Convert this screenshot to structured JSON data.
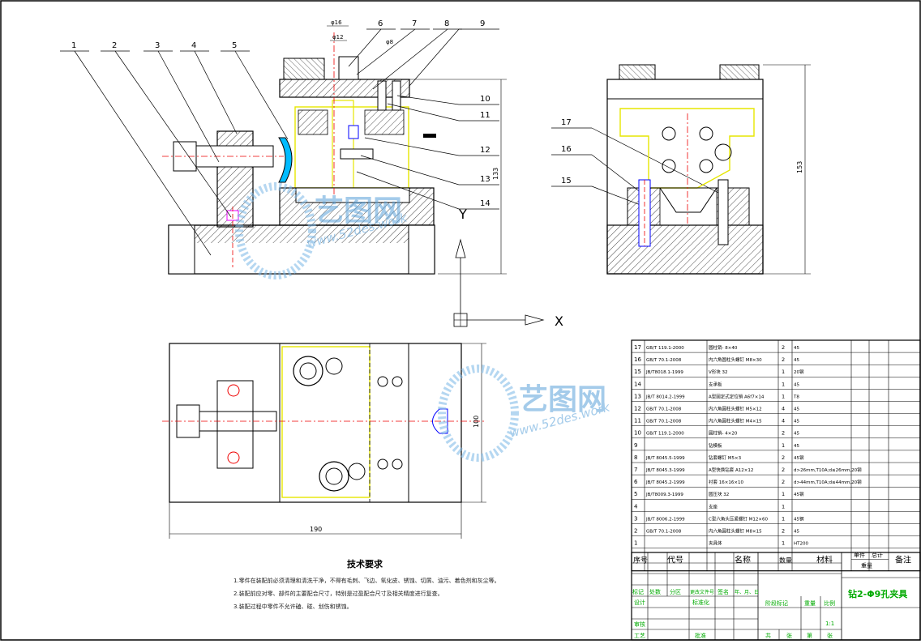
{
  "callouts": [
    "1",
    "2",
    "3",
    "4",
    "5",
    "6",
    "7",
    "8",
    "9",
    "10",
    "11",
    "12",
    "13",
    "14",
    "15",
    "16",
    "17"
  ],
  "dimensions": {
    "d16": "φ16",
    "d12": "φ12",
    "d8": "φ8",
    "h_front": "133",
    "h_side": "153",
    "w_top": "190",
    "h_top": "100"
  },
  "axis_labels": {
    "x": "X",
    "y": "Y"
  },
  "watermark": {
    "brand": "艺图网",
    "url": "www.52des.work"
  },
  "tech_requirements": {
    "title": "技术要求",
    "items": [
      "1.零件在装配前必须清理和清洗干净，不得有毛刺、飞边、氧化皮、锈蚀、切屑、油污、着色剂和灰尘等。",
      "2.装配前应对零、部件的主要配合尺寸，特别是过盈配合尺寸及相关精度进行复查。",
      "3.装配过程中零件不允许磕、碰、划伤和锈蚀。"
    ]
  },
  "bom": {
    "headers": {
      "seq": "序号",
      "code": "代号",
      "name": "名称",
      "qty": "数量",
      "material": "材料",
      "unit": "单件",
      "total": "总计",
      "weight": "重量",
      "remark": "备注"
    },
    "rows": [
      {
        "seq": "17",
        "code": "GB/T 119.1-2000",
        "name": "圆柱销- 8×40",
        "qty": "2",
        "material": "45"
      },
      {
        "seq": "16",
        "code": "GB/T 70.1-2008",
        "name": "内六角圆柱头螺钉 M8×30",
        "qty": "2",
        "material": "45"
      },
      {
        "seq": "15",
        "code": "JB/T8018.1-1999",
        "name": "V形块 32",
        "qty": "1",
        "material": "20钢"
      },
      {
        "seq": "14",
        "code": "",
        "name": "支承板",
        "qty": "1",
        "material": "45"
      },
      {
        "seq": "13",
        "code": "JB/T 8014.2-1999",
        "name": "A型固定式定位销 A6f7×14",
        "qty": "1",
        "material": "T8"
      },
      {
        "seq": "12",
        "code": "GB/T 70.1-2008",
        "name": "内六角圆柱头螺钉 M5×12",
        "qty": "4",
        "material": "45"
      },
      {
        "seq": "11",
        "code": "GB/T 70.1-2008",
        "name": "内六角圆柱头螺钉 M4×15",
        "qty": "4",
        "material": "45"
      },
      {
        "seq": "10",
        "code": "GB/T 119.1-2000",
        "name": "圆柱销- 4×20",
        "qty": "2",
        "material": "45"
      },
      {
        "seq": "9",
        "code": "",
        "name": "钻模板",
        "qty": "1",
        "material": "45"
      },
      {
        "seq": "8",
        "code": "JB/T 8045.5-1999",
        "name": "钻套螺钉 M5×3",
        "qty": "2",
        "material": "45钢"
      },
      {
        "seq": "7",
        "code": "JB/T 8045.3-1999",
        "name": "A型快换钻套 A12×12",
        "qty": "2",
        "material": "d>26mm,T10A;d≤26mm,20钢"
      },
      {
        "seq": "6",
        "code": "JB/T 8045.2-1999",
        "name": "衬套 16×16×10",
        "qty": "2",
        "material": "d>44mm,T10A;d≤44mm,20钢"
      },
      {
        "seq": "5",
        "code": "JB/T8009.3-1999",
        "name": "圆压块 32",
        "qty": "1",
        "material": "45钢"
      },
      {
        "seq": "4",
        "code": "",
        "name": "支座",
        "qty": "1",
        "material": ""
      },
      {
        "seq": "3",
        "code": "JB/T 8006.2-1999",
        "name": "C型六角头压紧螺钉 M12×60",
        "qty": "1",
        "material": "45钢"
      },
      {
        "seq": "2",
        "code": "GB/T 70.1-2008",
        "name": "内六角圆柱头螺钉 M8×15",
        "qty": "2",
        "material": "45"
      },
      {
        "seq": "1",
        "code": "",
        "name": "夹具体",
        "qty": "1",
        "material": "HT200"
      }
    ]
  },
  "title_block": {
    "title": "钻2-Φ9孔夹具",
    "scale": "1:1",
    "row_labels": [
      "标记",
      "处数",
      "分区",
      "更改文件号",
      "签名",
      "年、月、日"
    ],
    "design": "设计",
    "standard": "标准化",
    "review": "审核",
    "process": "工艺",
    "approve": "批准",
    "stage_mark": "阶段标记",
    "weight": "重量",
    "ratio": "比例",
    "sheets": "共",
    "sheet_unit": "张",
    "page": "第",
    "page_unit": "张"
  }
}
